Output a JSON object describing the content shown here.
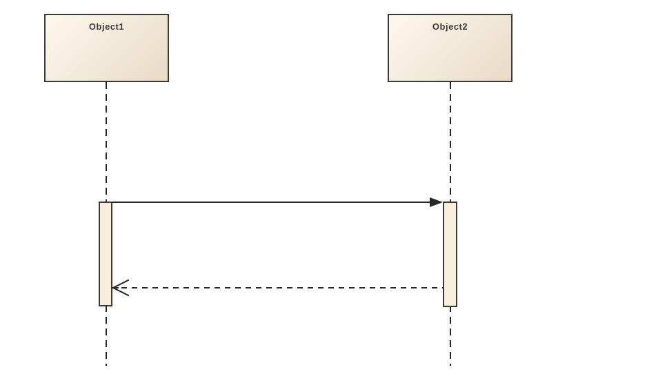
{
  "diagram": {
    "type": "uml-sequence",
    "objects": [
      {
        "id": "object1",
        "label": "Object1"
      },
      {
        "id": "object2",
        "label": "Object2"
      }
    ],
    "messages": [
      {
        "from": "Object1",
        "to": "Object2",
        "label": "",
        "kind": "synchronous-call",
        "line_style": "solid",
        "arrowhead": "filled-triangle",
        "direction": "right"
      },
      {
        "from": "Object2",
        "to": "Object1",
        "label": "",
        "kind": "return",
        "line_style": "dashed",
        "arrowhead": "open",
        "direction": "left"
      }
    ],
    "icons": [
      "lifeline-dashed-icon",
      "filled-arrowhead-icon",
      "open-arrowhead-icon"
    ],
    "colors": {
      "background": "#ffffff",
      "node_fill_start": "#fdf8ee",
      "node_fill_end": "#e8dbc6",
      "activation_fill": "#f7eedb",
      "border": "#3a3a3a",
      "line": "#262626",
      "text": "#3d3d3d"
    }
  }
}
